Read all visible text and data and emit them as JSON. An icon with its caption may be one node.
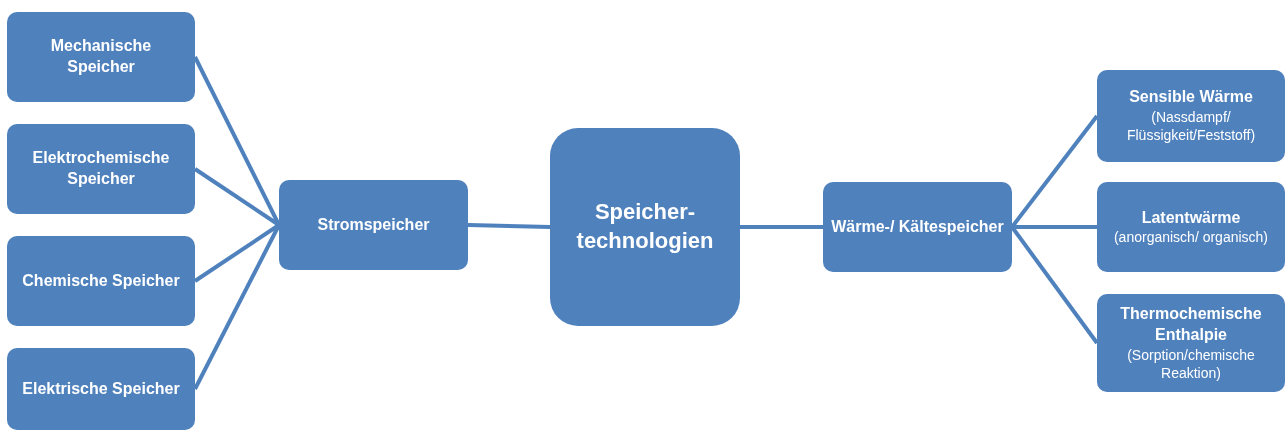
{
  "diagram": {
    "nodes": [
      {
        "text": [
          "Mechanische Speicher"
        ]
      },
      {
        "text": [
          "Elektrochemische Speicher"
        ]
      },
      {
        "text": [
          "Chemische Speicher"
        ]
      },
      {
        "text": [
          "Elektrische Speicher"
        ]
      },
      {
        "text": [
          "Stromspeicher"
        ]
      },
      {
        "text": [
          "Speicher- technologien"
        ]
      },
      {
        "text": [
          "Wärme-/ Kältespeicher"
        ]
      },
      {
        "text": [
          "Sensible Wärme",
          "(Nassdampf/ Flüssigkeit/Feststoff)"
        ]
      },
      {
        "text": [
          "Latentwärme",
          "(anorganisch/ organisch)"
        ]
      },
      {
        "text": [
          "Thermochemische Enthalpie",
          "(Sorption/chemische Reaktion)"
        ]
      }
    ],
    "edges": [
      {
        "from": 0,
        "to": 4,
        "arrow": "none"
      },
      {
        "from": 1,
        "to": 4,
        "arrow": "none"
      },
      {
        "from": 2,
        "to": 4,
        "arrow": "none"
      },
      {
        "from": 3,
        "to": 4,
        "arrow": "none"
      },
      {
        "from": 4,
        "to": 5,
        "arrow": "none"
      },
      {
        "from": 5,
        "to": 6,
        "arrow": "none"
      },
      {
        "from": 6,
        "to": 7,
        "arrow": "none"
      },
      {
        "from": 6,
        "to": 8,
        "arrow": "none"
      },
      {
        "from": 6,
        "to": 9,
        "arrow": "none"
      }
    ]
  }
}
